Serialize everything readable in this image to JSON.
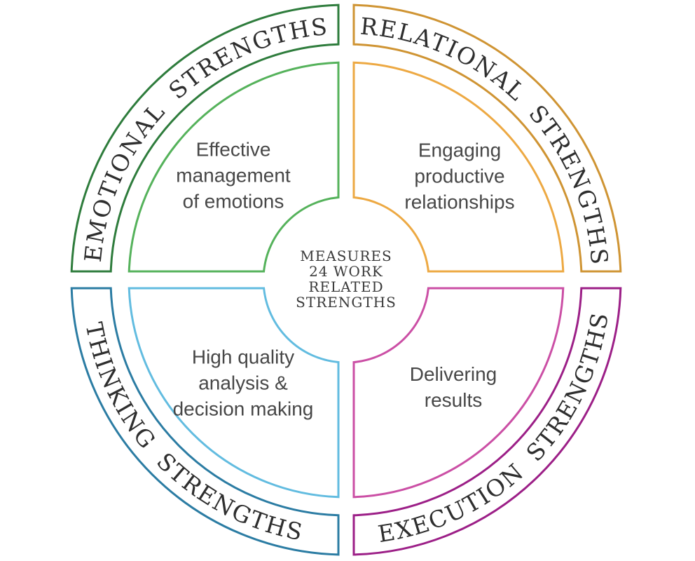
{
  "diagram": {
    "background": "#ffffff",
    "center_label": {
      "lines": [
        "MEASURES",
        "24 WORK",
        "RELATED",
        "STRENGTHS"
      ]
    },
    "quadrants": [
      {
        "id": "emotional",
        "position": "top-left",
        "title": "EMOTIONAL STRENGTHS",
        "band_color": "#2e7c3c",
        "area_color": "#55b25b",
        "description_lines": [
          "Effective",
          "management",
          "of emotions"
        ]
      },
      {
        "id": "relational",
        "position": "top-right",
        "title": "RELATIONAL STRENGTHS",
        "band_color": "#cf9433",
        "area_color": "#eda943",
        "description_lines": [
          "Engaging",
          "productive",
          "relationships"
        ]
      },
      {
        "id": "thinking",
        "position": "bottom-left",
        "title": "THINKING STRENGTHS",
        "band_color": "#2b7ca3",
        "area_color": "#62bce0",
        "description_lines": [
          "High quality",
          "analysis &",
          "decision making"
        ]
      },
      {
        "id": "execution",
        "position": "bottom-right",
        "title": "EXECUTION STRENGTHS",
        "band_color": "#9c1f87",
        "area_color": "#cb4fa5",
        "description_lines": [
          "Delivering",
          "results"
        ]
      }
    ],
    "text_colors": {
      "title": "#2e2e2e",
      "description": "#474747",
      "center": "#3a3a3a"
    }
  }
}
